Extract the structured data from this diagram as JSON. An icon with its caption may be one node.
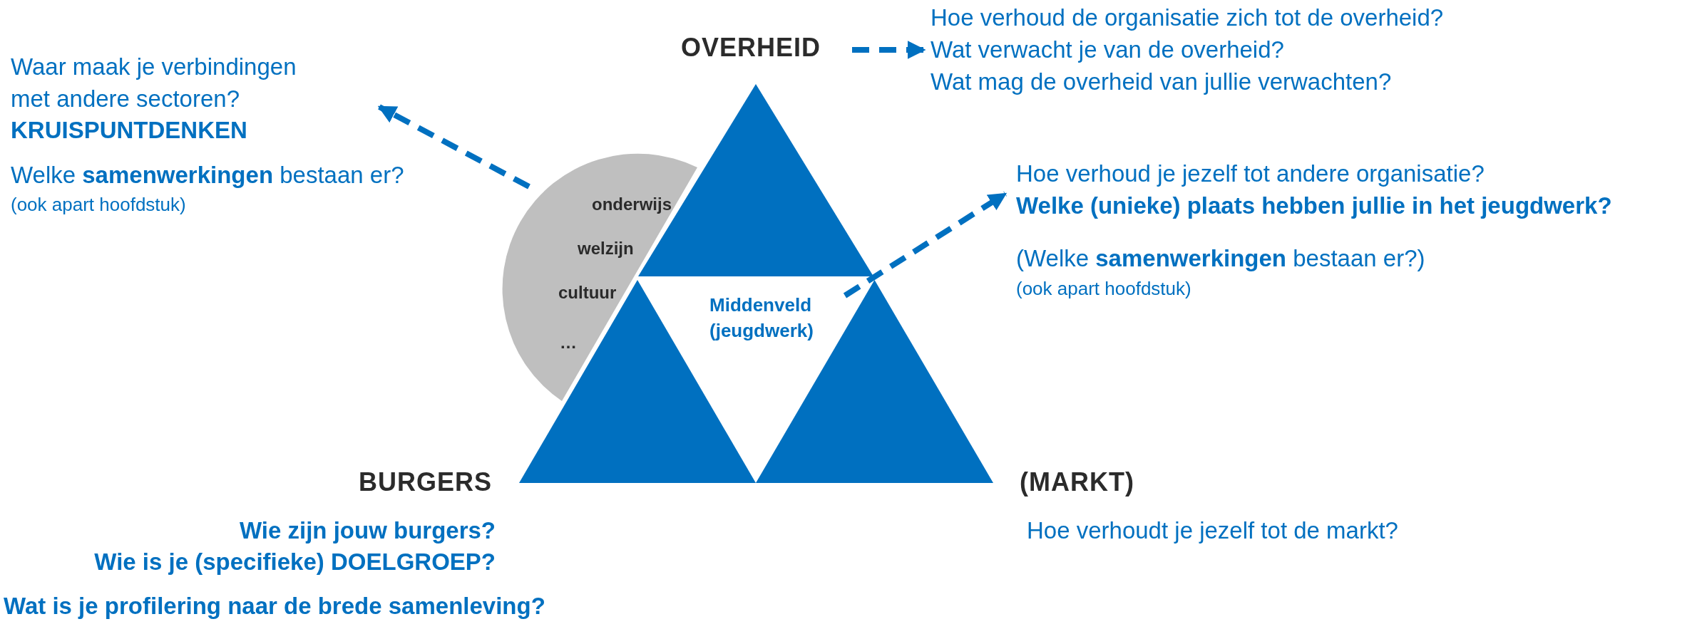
{
  "diagram": {
    "nodes": [
      {
        "text": [
          "OVERHEID"
        ]
      },
      {
        "text": [
          "Hoe verhoud de organisatie zich tot de overheid?",
          "Wat verwacht je van de overheid?",
          "Wat mag de overheid van jullie verwachten?"
        ]
      },
      {
        "text": [
          "Waar maak je verbindingen met andere sectoren?",
          "KRUISPUNTDENKEN",
          "Welke **samenwerkingen** bestaan er?",
          "(ook apart hoofdstuk)"
        ]
      },
      {
        "text": [],
        "shape": "triangle"
      },
      {
        "text": [
          "onderwijs",
          "welzijn",
          "cultuur",
          "…"
        ]
      },
      {
        "text": [
          "Hoe verhoud je jezelf tot andere organisatie?",
          "Welke (unieke) plaats hebben jullie in het jeugdwerk?",
          "(Welke **samenwerkingen** bestaan er?)",
          "(ook apart hoofdstuk)"
        ]
      },
      {
        "text": [
          "Middenveld (jeugdwerk)"
        ]
      },
      {
        "text": [],
        "shape": "triangle"
      },
      {
        "text": [],
        "shape": "triangle"
      }
    ],
    "edges": [
      {
        "from": 0,
        "to": 1,
        "arrow": "to",
        "style": "dashed"
      },
      {
        "from": 4,
        "to": 2,
        "arrow": "to",
        "style": "dashed"
      },
      {
        "from": 6,
        "to": 5,
        "arrow": "to",
        "style": "dashed"
      }
    ],
    "labels": [
      "BURGERS",
      "(MARKT)",
      "Wie zijn jouw burgers?",
      "Wie is je (specifieke) DOELGROEP?",
      "Hoe verhoudt je jezelf tot de markt?",
      "Wat is je profilering naar de brede samenleving?"
    ]
  }
}
